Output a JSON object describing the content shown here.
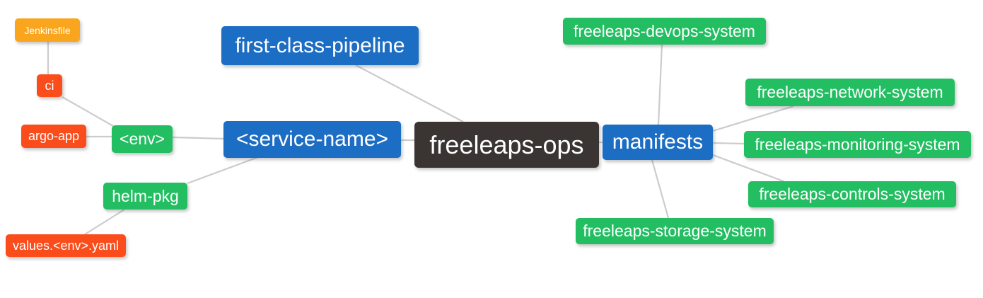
{
  "diagram": {
    "type": "mindmap",
    "background": "#ffffff",
    "text_color": "#ffffff",
    "connector_color": "#cccccc",
    "palette": {
      "root": "#3A3533",
      "level1": "#1C6DC4",
      "level2": "#23BE61",
      "level3": "#FB4D1C",
      "level4": "#F9A51D"
    },
    "root_label": "freeleaps-ops",
    "nodes": [
      {
        "id": "freeleaps-ops",
        "label": "freeleaps-ops",
        "level": "root",
        "parent": null
      },
      {
        "id": "first-class-pipeline",
        "label": "first-class-pipeline",
        "level": "level1",
        "parent": "freeleaps-ops"
      },
      {
        "id": "service-name",
        "label": "<service-name>",
        "level": "level1",
        "parent": "freeleaps-ops"
      },
      {
        "id": "manifests",
        "label": "manifests",
        "level": "level1",
        "parent": "freeleaps-ops"
      },
      {
        "id": "env",
        "label": "<env>",
        "level": "level2",
        "parent": "service-name"
      },
      {
        "id": "helm-pkg",
        "label": "helm-pkg",
        "level": "level2",
        "parent": "service-name"
      },
      {
        "id": "ci",
        "label": "ci",
        "level": "level3",
        "parent": "env"
      },
      {
        "id": "argo-app",
        "label": "argo-app",
        "level": "level3",
        "parent": "env"
      },
      {
        "id": "jenkinsfile",
        "label": "Jenkinsfile",
        "level": "level4",
        "parent": "ci"
      },
      {
        "id": "values-env-yaml",
        "label": "values.<env>.yaml",
        "level": "level3",
        "parent": "helm-pkg"
      },
      {
        "id": "freeleaps-devops-system",
        "label": "freeleaps-devops-system",
        "level": "level2",
        "parent": "manifests"
      },
      {
        "id": "freeleaps-network-system",
        "label": "freeleaps-network-system",
        "level": "level2",
        "parent": "manifests"
      },
      {
        "id": "freeleaps-monitoring-system",
        "label": "freeleaps-monitoring-system",
        "level": "level2",
        "parent": "manifests"
      },
      {
        "id": "freeleaps-controls-system",
        "label": "freeleaps-controls-system",
        "level": "level2",
        "parent": "manifests"
      },
      {
        "id": "freeleaps-storage-system",
        "label": "freeleaps-storage-system",
        "level": "level2",
        "parent": "manifests"
      }
    ]
  }
}
